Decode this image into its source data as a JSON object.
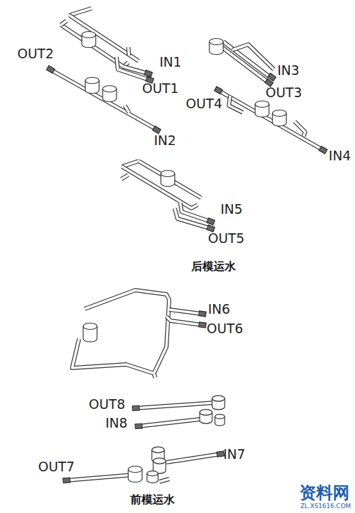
{
  "diagram": {
    "labels": [
      "OUT2",
      "IN1",
      "OUT1",
      "IN3",
      "OUT3",
      "OUT4",
      "IN2",
      "IN4",
      "IN5",
      "OUT5",
      "后模运水",
      "IN6",
      "OUT6",
      "OUT8",
      "IN8",
      "IN7",
      "OUT7",
      "前模运水",
      "资料网",
      "ZL.XS1616.COM"
    ]
  }
}
